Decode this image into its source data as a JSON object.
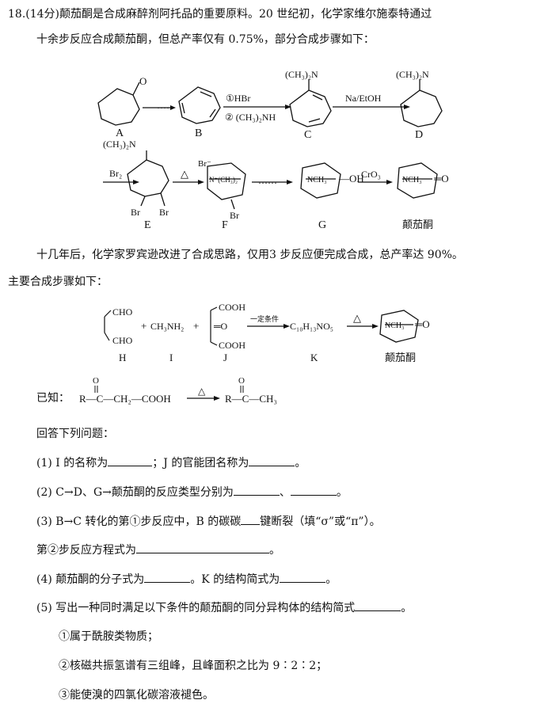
{
  "question": {
    "intro_line1": "18.(14分)颠茄酮是合成麻醉剂阿托品的重要原料。20 世纪初，化学家维尔施泰特通过",
    "intro_line2": "十余步反应合成颠茄酮，但总产率仅有 0.75%，部分合成步骤如下：",
    "para2_line1": "十几年后，化学家罗宾逊改进了合成思路，仅用3 步反应便完成合成，总产率达 90%。",
    "para2_line2": "主要合成步骤如下：",
    "known_label": "已知：",
    "answer_prompt": "回答下列问题：",
    "q1_a": "(1) I 的名称为",
    "q1_b": "；J 的官能团名称为",
    "q1_end": "。",
    "q2_a": "(2) C→D、G→颠茄酮的反应类型分别为",
    "q2_sep": "、",
    "q2_end": "。",
    "q3_a": "(3) B→C 转化的第①步反应中，B 的碳碳",
    "q3_b": "键断裂（填“σ”或“π”）。",
    "q3b_a": "第②步反应方程式为",
    "q3b_end": "。",
    "q4_a": "(4) 颠茄酮的分子式为",
    "q4_b": "。K 的结构简式为",
    "q4_end": "。",
    "q5_a": "(5) 写出一种同时满足以下条件的颠茄酮的同分异构体的结构简式",
    "q5_end": "。",
    "cond1": "①属于酰胺类物质；",
    "cond2": "②核磁共振氢谱有三组峰，且峰面积之比为 9∶2∶2；",
    "cond3": "③能使溴的四氯化碳溶液褪色。"
  },
  "scheme1": {
    "A": "A",
    "B": "B",
    "C": "C",
    "D": "D",
    "E": "E",
    "F": "F",
    "G": "G",
    "O": "O",
    "dots1": "·····",
    "reagent1": "①HBr",
    "reagent2": "② (CH₃)₂NH",
    "reagent3": "Na/EtOH",
    "NMe2_C": "(CH₃)₂N",
    "NMe2_D": "(CH₃)₂N",
    "NMe2_E": "(CH₃)₂N",
    "Br2": "Br₂",
    "Br_E1": "Br",
    "Br_E2": "Br",
    "delta": "△",
    "Br_F_top": "Br⁻",
    "N_F": "N⁺(CH₃)₂",
    "Br_F_bottom": "Br",
    "dots2": "······",
    "NCH3_G": "NCH₃",
    "OH_G": "—OH",
    "CrO3": "CrO₃",
    "NCH3_T": "NCH₃",
    "O_T": "═O",
    "tropinone": "颠茄酮"
  },
  "scheme2": {
    "CHO1": "CHO",
    "CHO2": "CHO",
    "plus1": "+",
    "I_formula": "CH₃NH₂",
    "plus2": "+",
    "COOH1": "COOH",
    "CO": "═O",
    "COOH2": "COOH",
    "condition": "一定条件",
    "K_formula": "C₁₀H₁₃NO₅",
    "delta": "△",
    "NCH3": "NCH₃",
    "O": "═O",
    "tropinone": "颠茄酮",
    "H": "H",
    "I": "I",
    "J": "J",
    "K": "K"
  },
  "known_eq": {
    "left": "R—C—CH₂—COOH",
    "O1": "O",
    "delta": "△",
    "right": "R—C—CH₃",
    "O2": "O"
  }
}
